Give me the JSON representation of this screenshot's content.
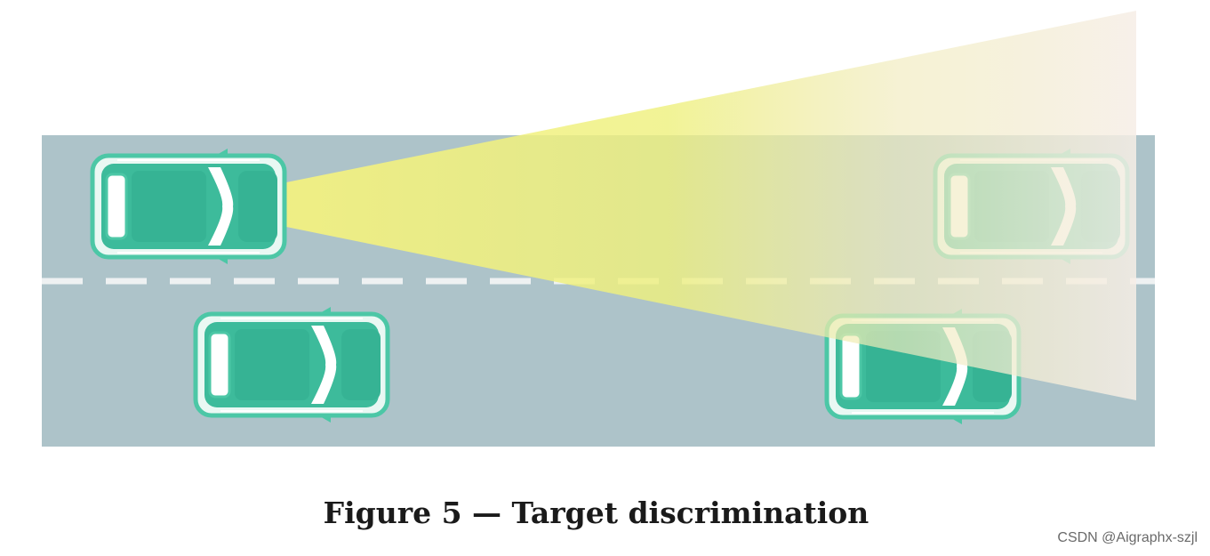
{
  "figure": {
    "caption": "Figure 5 — Target discrimination"
  },
  "watermark": {
    "text": "CSDN @Aigraphx-szjl"
  },
  "colors": {
    "road": "#adc3c9",
    "lane_marking": "#eef1f2",
    "car_outline": "#4cc7a6",
    "car_body": "#3dbb9b",
    "car_glass": "#ffffff",
    "sensor_beam_near": "#f5f18a",
    "sensor_beam_far": "#f7efe6"
  },
  "scene": {
    "lanes": 2,
    "vehicles": [
      {
        "id": "ego-vehicle",
        "lane": "upper",
        "role": "ego"
      },
      {
        "id": "target-vehicle-upper-right",
        "lane": "upper",
        "role": "target"
      },
      {
        "id": "vehicle-lower-left",
        "lane": "lower",
        "role": "other"
      },
      {
        "id": "vehicle-lower-right",
        "lane": "lower",
        "role": "other"
      }
    ]
  }
}
